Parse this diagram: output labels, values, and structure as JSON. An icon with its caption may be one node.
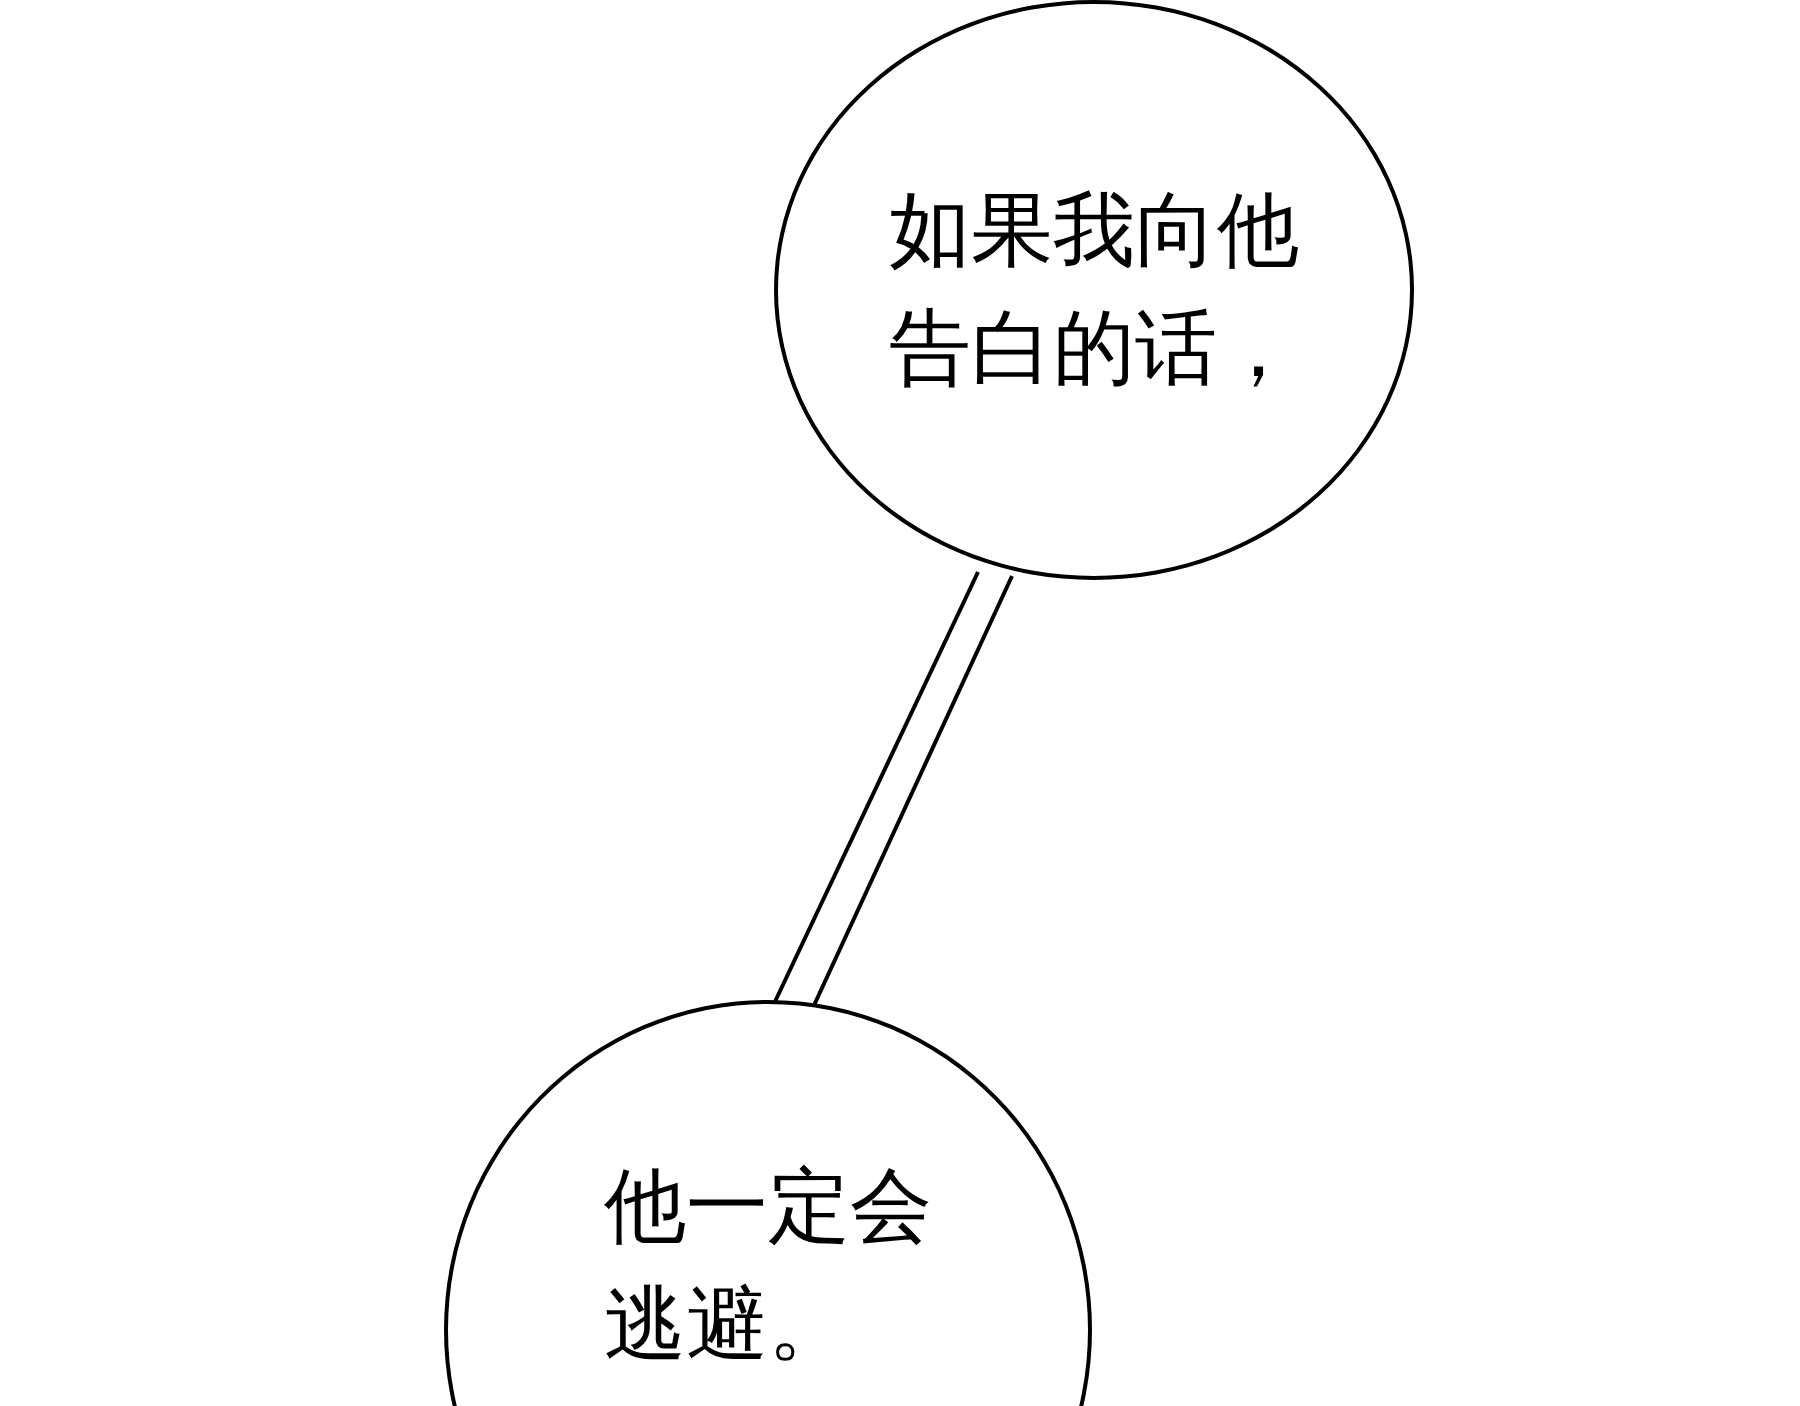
{
  "diagram": {
    "nodes": [
      {
        "text": [
          "如果我向他告白的话，"
        ]
      },
      {
        "text": [
          "他一定会逃避。"
        ]
      }
    ],
    "edges": [
      {
        "from": 0,
        "to": 1,
        "arrow": "none"
      }
    ]
  }
}
